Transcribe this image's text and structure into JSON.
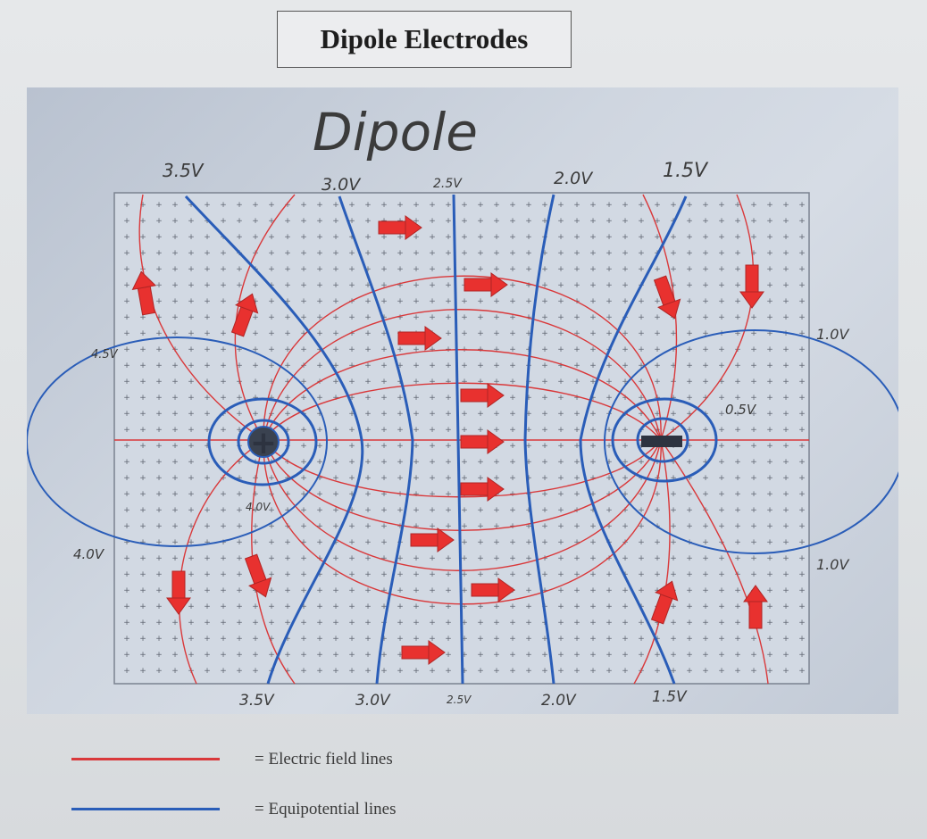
{
  "title": "Dipole Electrodes",
  "figure": {
    "handwritten_title": "Dipole",
    "top_labels": [
      "3.5V",
      "3.0V",
      "2.5V",
      "2.0V",
      "1.5V"
    ],
    "bottom_labels": [
      "3.5V",
      "3.0V",
      "2.5V",
      "2.0V",
      "1.5V"
    ],
    "left_labels": [
      "4.0V",
      "4.0V",
      "4.5V"
    ],
    "right_labels": [
      "1.0V",
      "0.5V",
      "1.0V"
    ],
    "positive_symbol": "+",
    "negative_symbol": "−"
  },
  "legend": {
    "field_label": "= Electric field lines",
    "equipotential_label": "= Equipotential lines"
  },
  "colors": {
    "field_line": "#d9383a",
    "equipotential_line": "#2a5db8",
    "arrow": "#e8312f",
    "grid_border": "#6b7280"
  }
}
